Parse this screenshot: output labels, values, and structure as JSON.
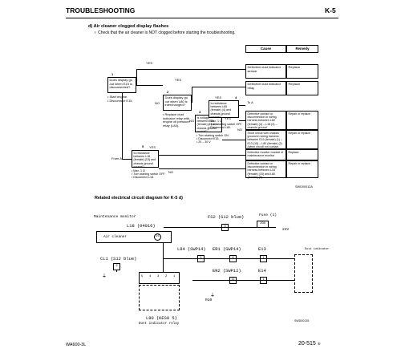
{
  "header": {
    "title": "TROUBLESHOOTING",
    "page_code": "K-5"
  },
  "section": {
    "heading": "d)   Air cleaner clogged display flashes",
    "note": "Check that the air cleaner is NOT clogged before starting the troubleshooting."
  },
  "flow": {
    "col_cause": "Cause",
    "col_remedy": "Remedy",
    "yes": "YES",
    "no": "NO",
    "step_1": "1",
    "step_2": "2",
    "step_3": "3",
    "step_4": "4",
    "step_5": "5",
    "q1": "Does display go out when E15 is disconnected?",
    "q1_note": "• Start engine.\n• Disconnect E15.",
    "q2": "Does display go out when L80 is interchanged?",
    "q2_note": "• Replace dust indicator relay with engine oil pressure relay (L84).",
    "q3": "Is voltage between E15 (female) (1) and chassis ground normal?",
    "q3_note": "• Turn starting switch ON.\n• Disconnect E15.\n• 20 – 30 V",
    "q4": "Is resistance between L80 (female) (4) and chassis ground normal?",
    "q4_note": "• Max. 1 Ω\n• Turn starting switch OFF.\n• Disconnect L80.",
    "q5": "Is resistance between L18 (female) (15) and chassis ground normal?",
    "q5_note": "• Max. 1 Ω\n• Turn starting switch OFF.\n• Disconnect L18.",
    "from_a": "From A",
    "causes": [
      "Defective dust indicator sensor",
      "Defective dust indicator relay",
      "To A",
      "Defective contact or disconnection in wiring harness between L80 (female) (4) – L18 (3) – chassis ground",
      "Short circuit with chassis ground in wiring harness between E15 (female) (1) – E13 (15) – L80 (female) (2) (when circuit not contact with chassis ground)",
      "Defective monitor module of maintenance monitor",
      "Defective contact or disconnection in wiring harness between L18 (female) (15) and L80 (female) (5)"
    ],
    "remedies": [
      "Replace",
      "Replace",
      "",
      "Repair or replace",
      "Repair or replace",
      "Replace",
      "Repair or replace"
    ],
    "code": "SWD00012A"
  },
  "circuit": {
    "heading": "Related electrical circuit diagram for K-5 d)",
    "maintenance_monitor": "Maintenance monitor",
    "l18": "L18 (04016)",
    "air_cleaner": "Air cleaner",
    "pin_15": "15",
    "cl1": "CL1 (S12 blue)",
    "pin_2": "2",
    "fs2": "FS2 (S12 blue)",
    "fuse": "Fuse (1)",
    "pin_3": "3",
    "fuse_amp": "20A",
    "voltage": "24V",
    "l84": "L84 (SWP14)",
    "pin_5": "5",
    "er1": "ER1 (SWP14)",
    "pin_6": "6",
    "e13": "E13",
    "pin_1": "1",
    "dust_indicator": "Dust indicator",
    "er2": "ER2 (SWP12)",
    "pin_11": "11",
    "e14": "E14",
    "r10": "R10",
    "relay_pins": [
      "5",
      "4",
      "3",
      "2",
      "1"
    ],
    "l80": "L80 (KES0 5)",
    "relay_label": "Dust indicator relay",
    "code": "SWD00135"
  },
  "footer": {
    "model": "WA600-3L",
    "page": "20-515",
    "page_suffix": "⑥"
  }
}
